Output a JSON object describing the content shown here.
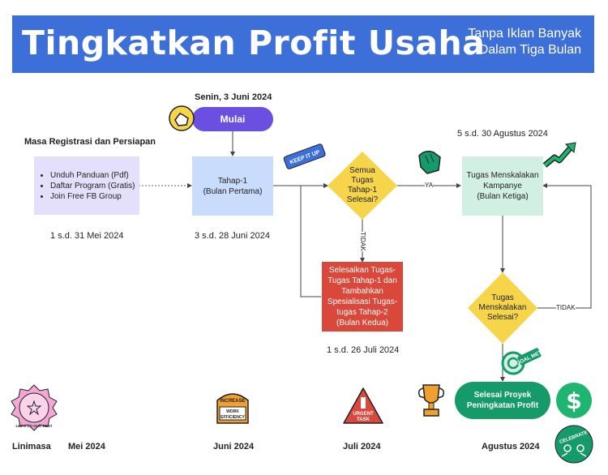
{
  "header": {
    "title": "Tingkatkan Profit Usaha",
    "subtitle_line1": "Tanpa Iklan Banyak",
    "subtitle_line2": "Dalam Tiga Bulan"
  },
  "prep": {
    "title": "Masa Registrasi dan Persiapan",
    "items": [
      "Unduh Panduan (Pdf)",
      "Daftar Program (Gratis)",
      "Join Free FB Group"
    ],
    "date": "1 s.d. 31 Mei 2024"
  },
  "start": {
    "date": "Senin, 3 Juni 2024",
    "label": "Mulai"
  },
  "stage1": {
    "line1": "Tahap-1",
    "line2": "(Bulan Pertama)",
    "date": "3 s.d. 28 Juni 2024"
  },
  "decision1": {
    "line1": "Semua",
    "line2": "Tugas",
    "line3": "Tahap-1",
    "line4": "Selesai?",
    "yes": "YA",
    "no": "TIDAK"
  },
  "stage2": {
    "line1": "Selesaikan Tugas-",
    "line2": "Tugas Tahap-1 dan",
    "line3": "Tambahkan",
    "line4": "Spesialisasi Tugas-",
    "line5": "tugas Tahap-2",
    "line6": "(Bulan Kedua)",
    "date": "1 s.d. 26 Juli 2024"
  },
  "stage3": {
    "date": "5 s.d. 30 Agustus 2024",
    "line1": "Tugas Menskalakan",
    "line2": "Kampanye",
    "line3": "(Bulan Ketiga)"
  },
  "decision2": {
    "line1": "Tugas",
    "line2": "Menskalakan",
    "line3": "Selesai?",
    "no": "TIDAK"
  },
  "finish": {
    "line1": "Selesai Proyek",
    "line2": "Peningkatan Profit"
  },
  "timeline": {
    "label": "Linimasa",
    "months": [
      "Mei 2024",
      "Juni 2024",
      "Juli 2024",
      "Agustus 2024"
    ]
  },
  "stickers": {
    "best": "LET'S DO OUR BEST",
    "keep": "KEEP IT UP",
    "goal": "GOAL MET!",
    "increase": "INCREASE",
    "work": "WORK",
    "efficiency": "EFFICIENCY",
    "urgent": "URGENT",
    "task": "TASK",
    "celebrate": "CELEBRATE",
    "dollar": "$"
  },
  "colors": {
    "banner": "#3d6fd9",
    "prep_box": "#e4dffa",
    "stage1_box": "#c9dcfb",
    "decision": "#f7d54a",
    "stage2_box": "#d9483b",
    "stage3_box": "#d2efe4",
    "start_pill": "#6a4fe0",
    "finish_pill": "#159a6a"
  }
}
